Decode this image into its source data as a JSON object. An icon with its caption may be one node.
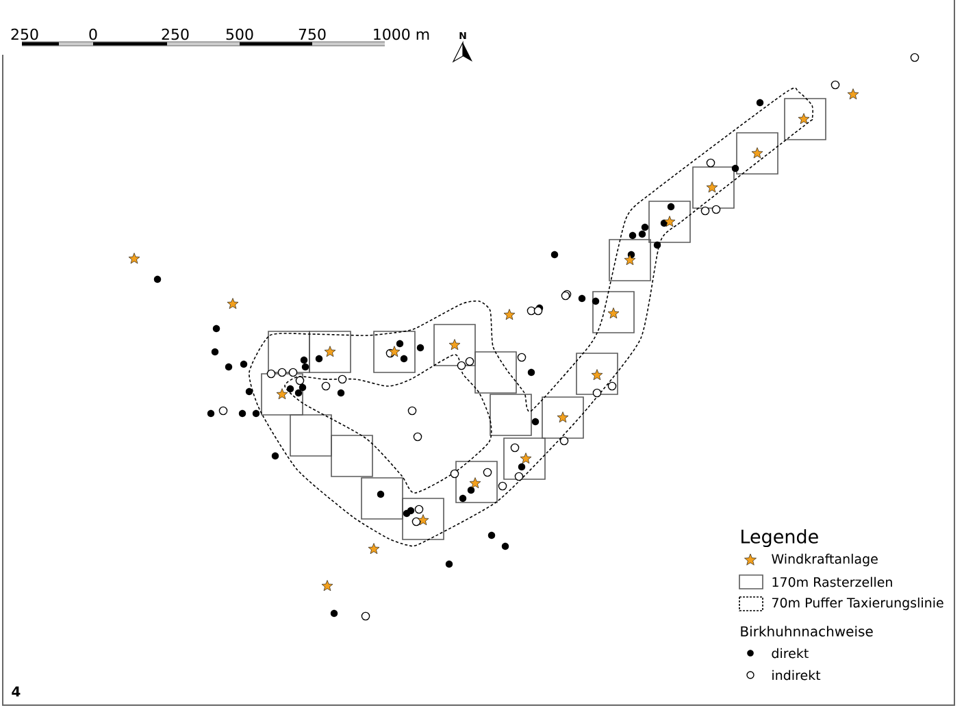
{
  "diagram": {
    "labels": [
      "250",
      "0",
      "250",
      "500",
      "750",
      "1000 m",
      "N",
      "Legende",
      "Birkhuhnnachweise",
      "4"
    ],
    "legend": [
      {
        "text": "Windkraftanlage"
      },
      {
        "text": "170m  Rasterzellen"
      },
      {
        "text": "70m Puffer Taxierungslinie"
      },
      {
        "text": "direkt"
      },
      {
        "text": "indirekt"
      }
    ]
  }
}
